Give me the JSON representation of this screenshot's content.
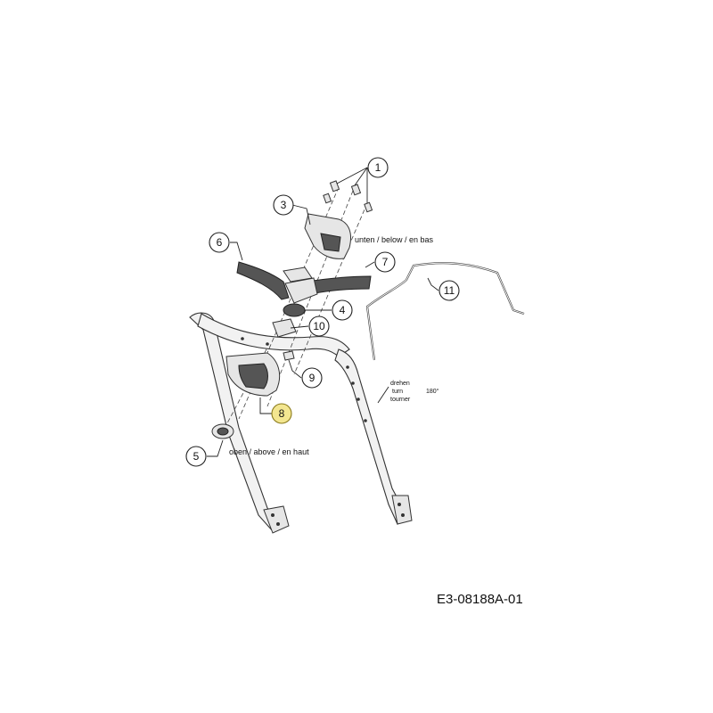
{
  "callouts": [
    {
      "id": "1",
      "label": "1"
    },
    {
      "id": "2",
      "label": "3"
    },
    {
      "id": "3",
      "label": "6"
    },
    {
      "id": "4",
      "label": "7"
    },
    {
      "id": "5",
      "label": "11"
    },
    {
      "id": "6",
      "label": "4"
    },
    {
      "id": "7",
      "label": "10"
    },
    {
      "id": "8",
      "label": "9"
    },
    {
      "id": "9",
      "label": "8"
    },
    {
      "id": "10",
      "label": "5"
    }
  ],
  "notes": {
    "below": "unten / below / en bas",
    "above": "oben / above / en haut",
    "rotate_de": "drehen",
    "rotate_en": "turn",
    "rotate_fr": "tourner",
    "rotate_angle": "180°"
  },
  "drawing_code": "E3-08188A-01",
  "colors": {
    "highlight": "#f3e690",
    "line": "#222222"
  }
}
